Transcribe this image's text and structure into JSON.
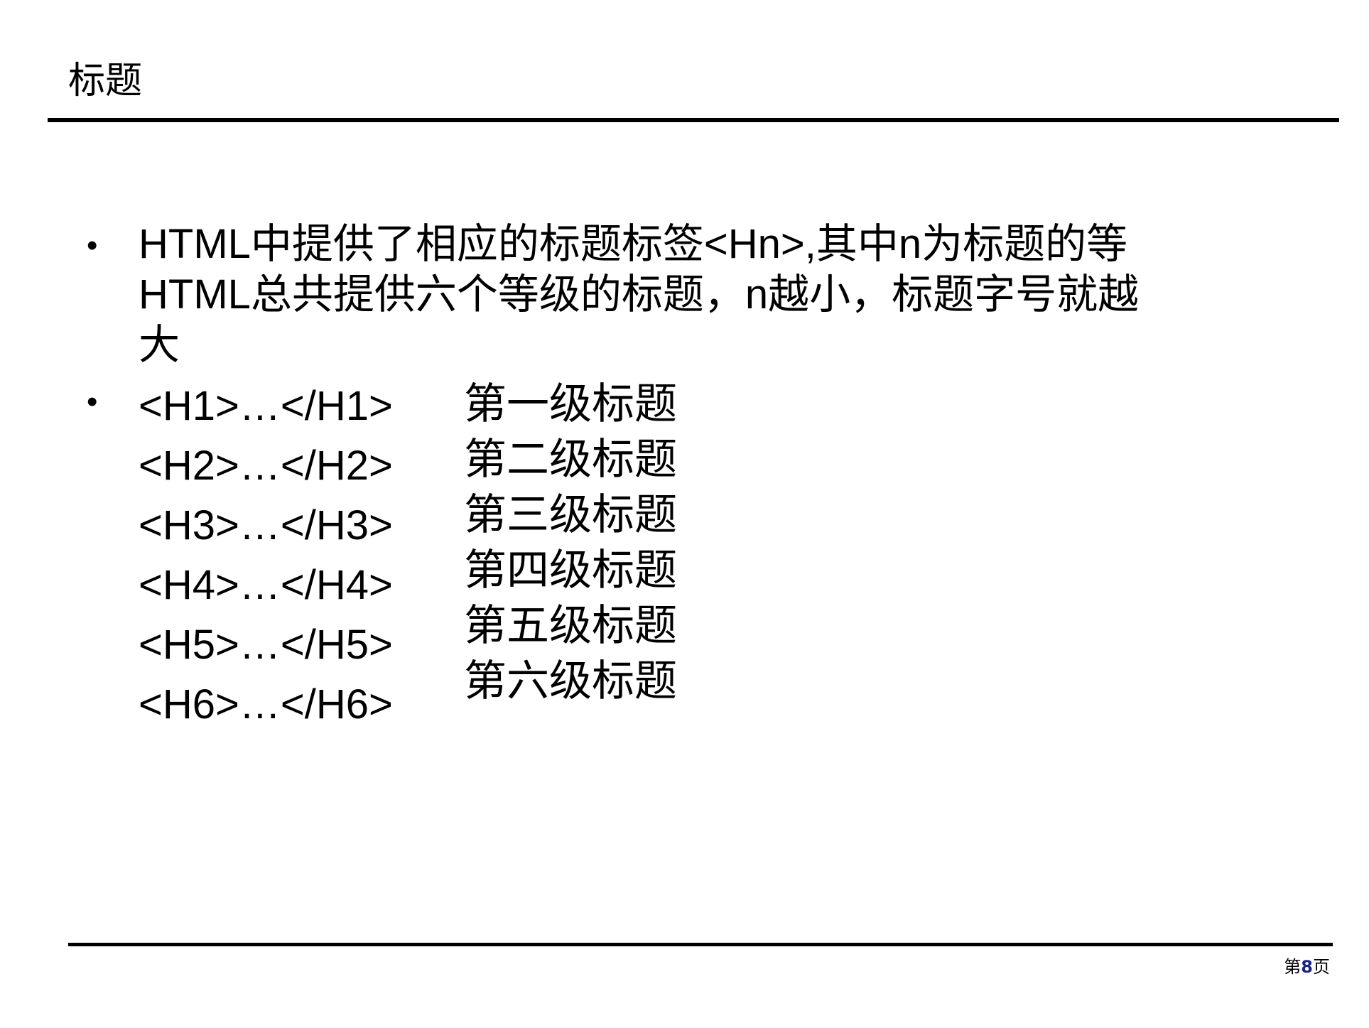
{
  "slide": {
    "title": "标题"
  },
  "content": {
    "bullet_symbol": "•",
    "paragraph_lines": [
      "HTML中提供了相应的标题标签<Hn>,其中n为标题的等",
      "HTML总共提供六个等级的标题，n越小，标题字号就越",
      "大"
    ],
    "headings": [
      {
        "tag": "<H1>…</H1>",
        "label": "第一级标题"
      },
      {
        "tag": "<H2>…</H2>",
        "label": "第二级标题"
      },
      {
        "tag": "<H3>…</H3>",
        "label": "第三级标题"
      },
      {
        "tag": "<H4>…</H4>",
        "label": "第四级标题"
      },
      {
        "tag": "<H5>…</H5>",
        "label": "第五级标题"
      },
      {
        "tag": "<H6>…</H6>",
        "label": "第六级标题"
      }
    ]
  },
  "footer": {
    "page_prefix": "第",
    "page_number": "8",
    "page_suffix": "页",
    "page_number_color": "#1a237e"
  }
}
